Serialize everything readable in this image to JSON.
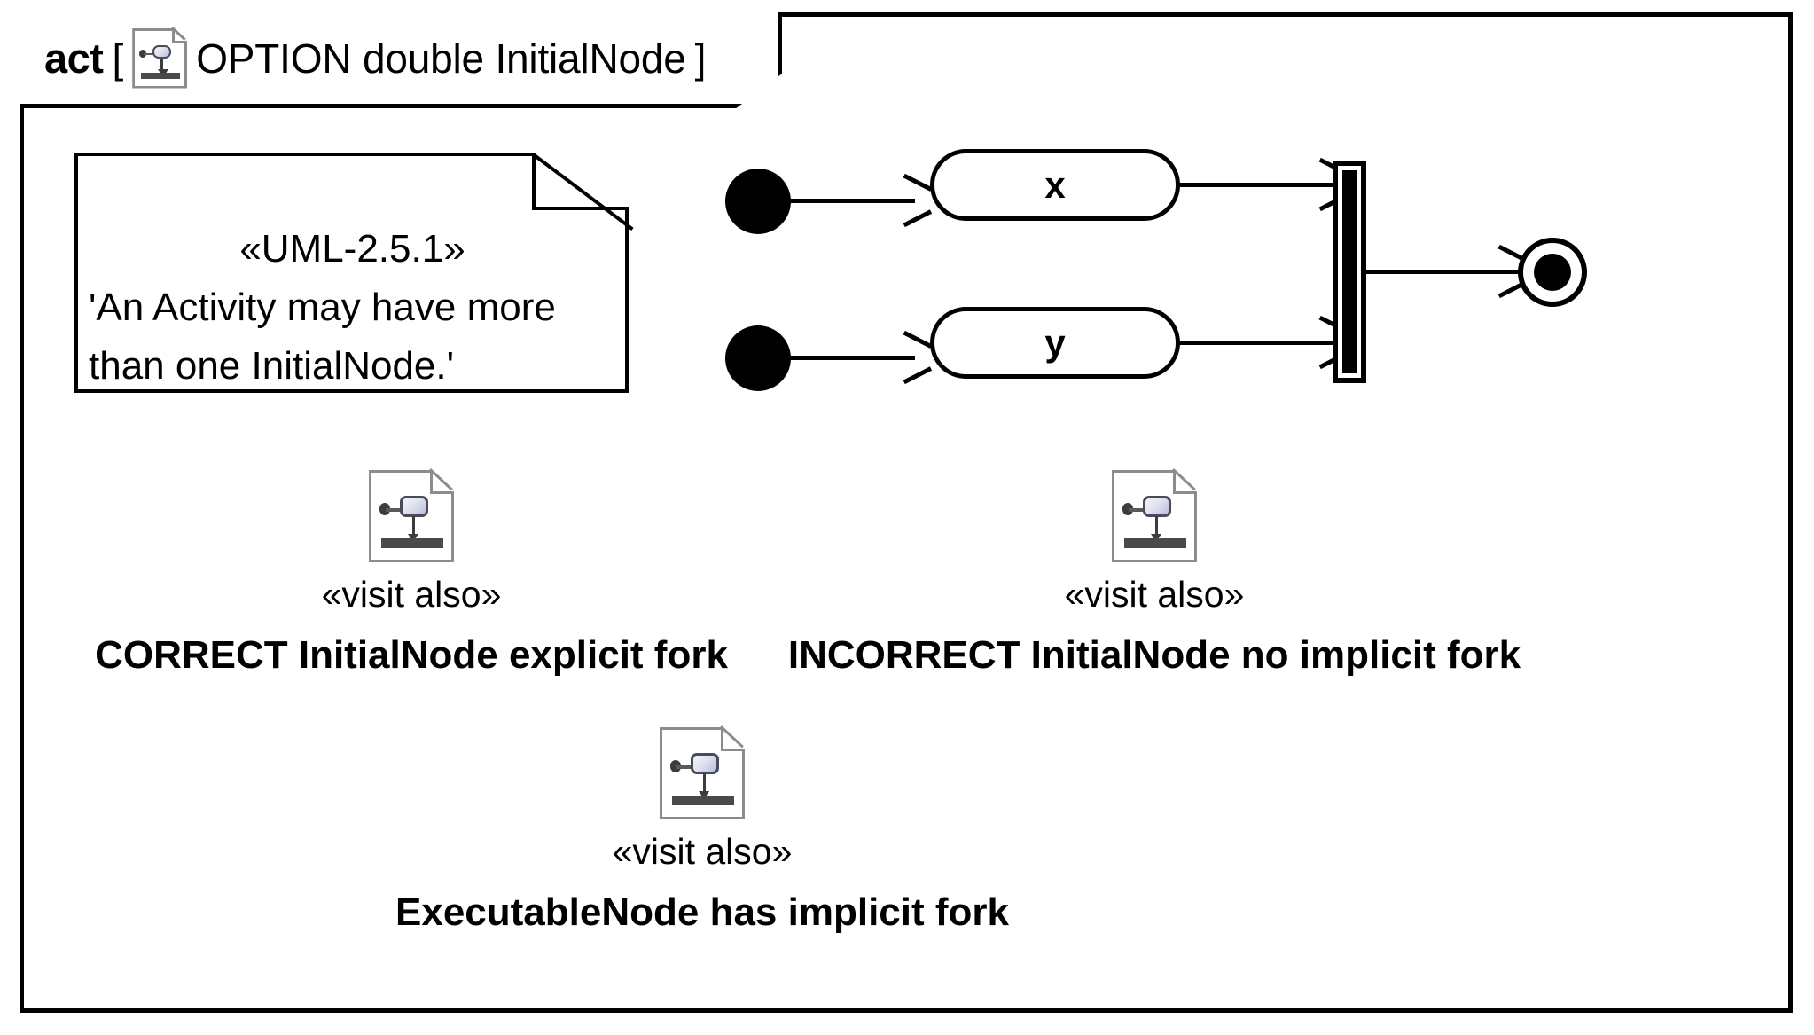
{
  "frame": {
    "kind_label": "act",
    "bracket_open": "[",
    "bracket_close": "]",
    "title": "OPTION double InitialNode",
    "icon": "uml-activity-document-icon"
  },
  "note": {
    "stereotype": "«UML-2.5.1»",
    "line1": "'An Activity may have more",
    "line2": "than one InitialNode.'"
  },
  "diagram": {
    "initial_node_1": "initial-node",
    "initial_node_2": "initial-node",
    "action_x_label": "x",
    "action_y_label": "y",
    "join_bar": "join-node",
    "final_node": "activity-final-node",
    "edges": [
      "initial-1 to x",
      "initial-2 to y",
      "x to join",
      "y to join",
      "join to final"
    ]
  },
  "legends": [
    {
      "id": "correct",
      "icon": "uml-activity-document-icon",
      "stereotype": "«visit also»",
      "caption": "CORRECT InitialNode explicit fork"
    },
    {
      "id": "incorrect",
      "icon": "uml-activity-document-icon",
      "stereotype": "«visit also»",
      "caption": "INCORRECT InitialNode no implicit fork"
    },
    {
      "id": "executable",
      "icon": "uml-activity-document-icon",
      "stereotype": "«visit also»",
      "caption": "ExecutableNode has implicit fork"
    }
  ],
  "colors": {
    "stroke": "#000000",
    "background": "#ffffff",
    "icon_border": "#8c8c8c",
    "icon_bar": "#4a4a4a",
    "icon_action_gradient_start": "#f2f4fa",
    "icon_action_gradient_end": "#b8bfdd"
  }
}
